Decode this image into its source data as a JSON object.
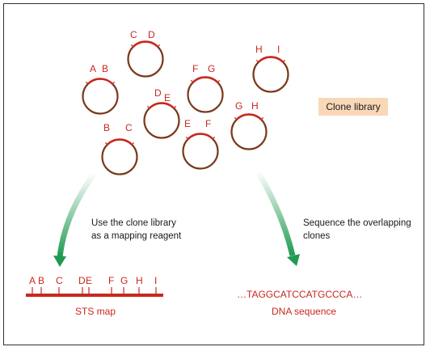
{
  "clones": [
    {
      "id": "clone-ab",
      "labels": [
        "A",
        "B"
      ]
    },
    {
      "id": "clone-cd",
      "labels": [
        "C",
        "D"
      ]
    },
    {
      "id": "clone-hi",
      "labels": [
        "H",
        "I"
      ]
    },
    {
      "id": "clone-fg",
      "labels": [
        "F",
        "G"
      ]
    },
    {
      "id": "clone-de",
      "labels": [
        "D",
        "E"
      ]
    },
    {
      "id": "clone-gh",
      "labels": [
        "G",
        "H"
      ]
    },
    {
      "id": "clone-bc",
      "labels": [
        "B",
        "C"
      ]
    },
    {
      "id": "clone-ef",
      "labels": [
        "E",
        "F"
      ]
    }
  ],
  "clone_library_label": "Clone library",
  "left_arrow_caption": [
    "Use the clone library",
    "as a mapping reagent"
  ],
  "right_arrow_caption": [
    "Sequence the overlapping",
    "clones"
  ],
  "sts_map": {
    "markers": [
      "A",
      "B",
      "C",
      "D",
      "E",
      "F",
      "G",
      "H",
      "I"
    ],
    "label": "STS map"
  },
  "dna": {
    "sequence": "…TAGGCATCCATGCCCA…",
    "label": "DNA sequence"
  },
  "colors": {
    "ring": "#7a3a1c",
    "red": "#c8281e",
    "arrow": "#1f9a52",
    "library_box": "#f9d8b8"
  }
}
